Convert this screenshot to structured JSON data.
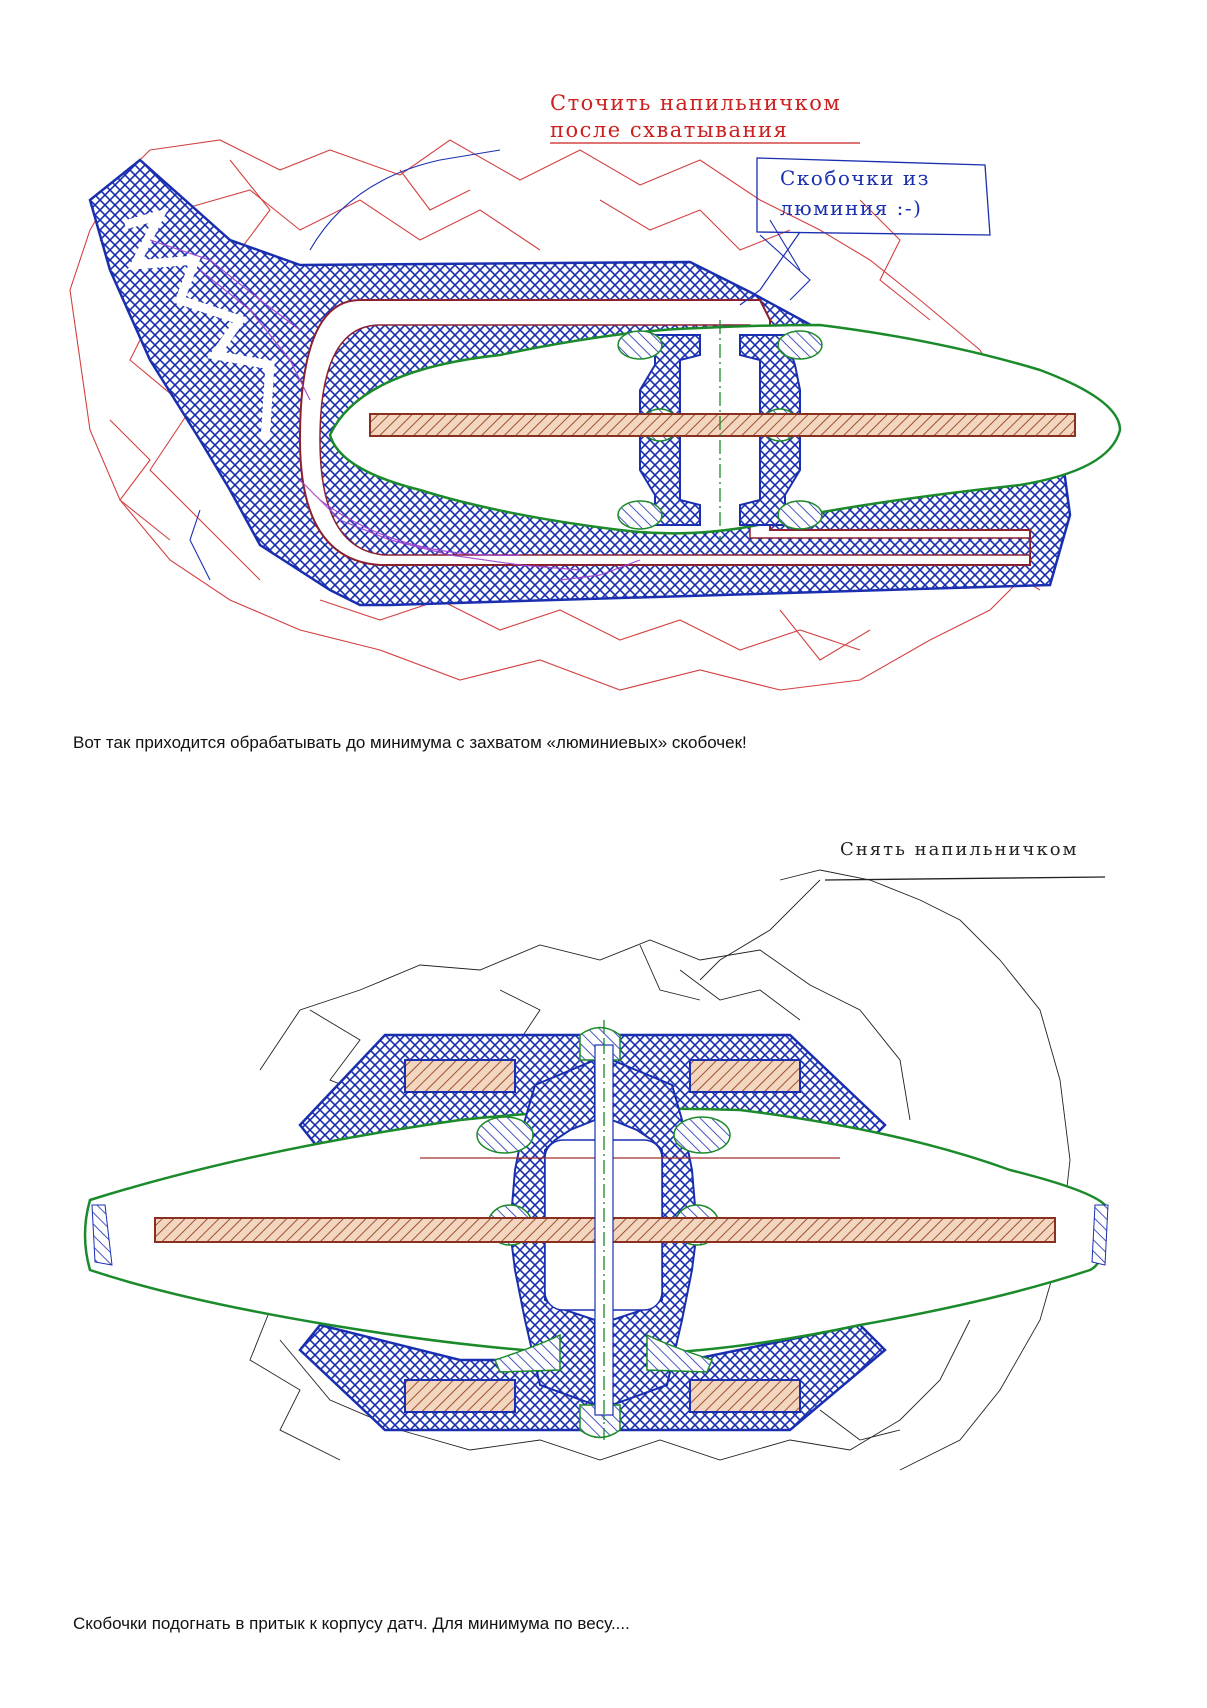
{
  "figure1": {
    "note_red_line1": "Сточить напильничком",
    "note_red_line2": "после схватывания",
    "note_blue_line1": "Скобочки из",
    "note_blue_line2": "люминия :-)",
    "caption": "Вот так приходится обрабатывать до минимума с захватом «люминиевых» скобочек!"
  },
  "figure2": {
    "note_top": "Снять напильничком",
    "caption": "Скобочки подогнать в притык к корпусу датч. Для минимума по весу...."
  },
  "colors": {
    "shell": "#1a2fb0",
    "board": "#a06040",
    "board_fill": "#f0c8a8",
    "outline": "#1a8a2a",
    "red_sketch": "#cc2020",
    "violet_sketch": "#a040d0",
    "black_sketch": "#222222"
  }
}
